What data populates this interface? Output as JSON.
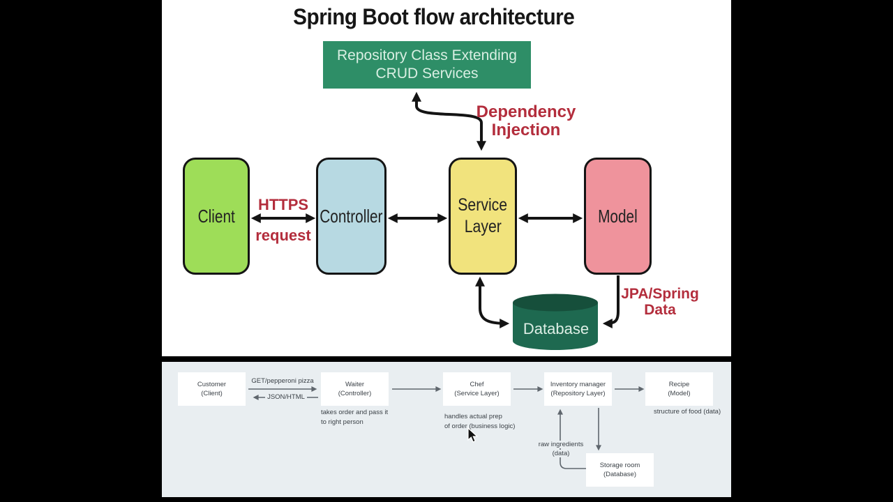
{
  "top": {
    "title": "Spring Boot flow architecture",
    "repository": {
      "line1": "Repository Class Extending",
      "line2": "CRUD Services"
    },
    "dependency": {
      "line1": "Dependency",
      "line2": "Injection"
    },
    "https": {
      "line1": "HTTPS",
      "line2": "request"
    },
    "client": "Client",
    "controller": "Controller",
    "service": {
      "line1": "Service",
      "line2": "Layer"
    },
    "model": "Model",
    "database": "Database",
    "jpa": {
      "line1": "JPA/Spring",
      "line2": "Data"
    }
  },
  "bottom": {
    "customer": {
      "line1": "Customer",
      "line2": "(Client)"
    },
    "waiter": {
      "line1": "Waiter",
      "line2": "(Controller)"
    },
    "chef": {
      "line1": "Chef",
      "line2": "(Service Layer)"
    },
    "inventory": {
      "line1": "Inventory manager",
      "line2": "(Repository Layer)"
    },
    "recipe": {
      "line1": "Recipe",
      "line2": "(Model)"
    },
    "storage": {
      "line1": "Storage room",
      "line2": "(Database)"
    },
    "get_label": "GET/pepperoni pizza",
    "json_label": "JSON/HTML",
    "waiter_note": {
      "line1": "takes order and pass it",
      "line2": "to right person"
    },
    "chef_note": {
      "line1": "handles actual prep",
      "line2": "of order (business logic)"
    },
    "recipe_note": "structure of food (data)",
    "raw_label": {
      "line1": "raw ingredients",
      "line2": "(data)"
    }
  },
  "colors": {
    "client_green": "#9edd58",
    "controller_blue": "#b7d9e2",
    "service_yellow": "#f1e37d",
    "model_pink": "#ef939c",
    "repository_green": "#2e8e67",
    "database_green": "#1e6950",
    "database_top_ellipse": "#164f3b",
    "red_label": "#b32d3c",
    "panel_background": "#e9eef1",
    "gray_arrow": "#5f666d"
  }
}
